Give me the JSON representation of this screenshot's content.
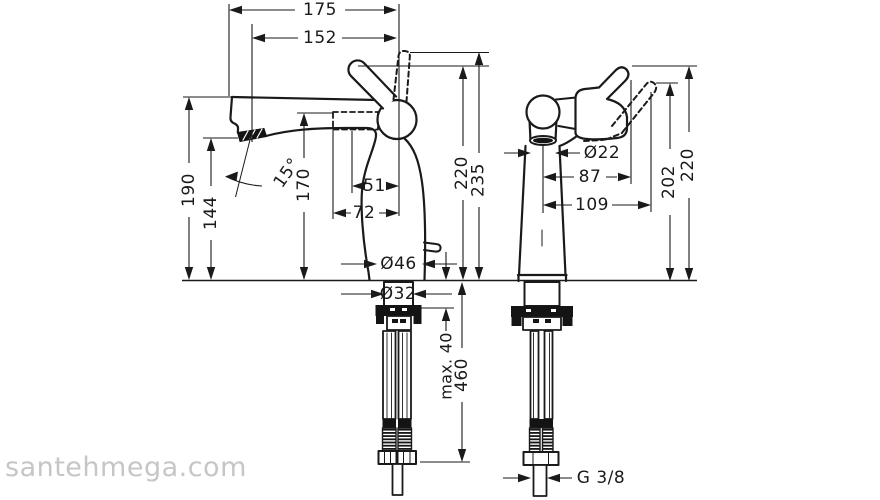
{
  "diagram": {
    "watermark": "santehmega.com",
    "colors": {
      "line": "#1a1a1a",
      "watermark": "#c6c6c6"
    },
    "left_view": {
      "spout_reach": "175",
      "outlet_reach": "152",
      "spout_top_height": "190",
      "outlet_height": "144",
      "spray_angle": "15°",
      "under_spout_height": "170",
      "lever_to_axis": "51",
      "cartridge_to_axis": "72",
      "height_220": "220",
      "height_235": "235",
      "body_diameter": "Ø46",
      "shank_diameter": "Ø32",
      "max_deck_thickness": "max. 40",
      "hose_length": "460"
    },
    "right_view": {
      "spout_diameter": "Ø22",
      "axis_to_lever": "87",
      "axis_to_lever_open": "109",
      "height_202": "202",
      "height_220": "220",
      "connection_thread": "G 3/8"
    }
  }
}
